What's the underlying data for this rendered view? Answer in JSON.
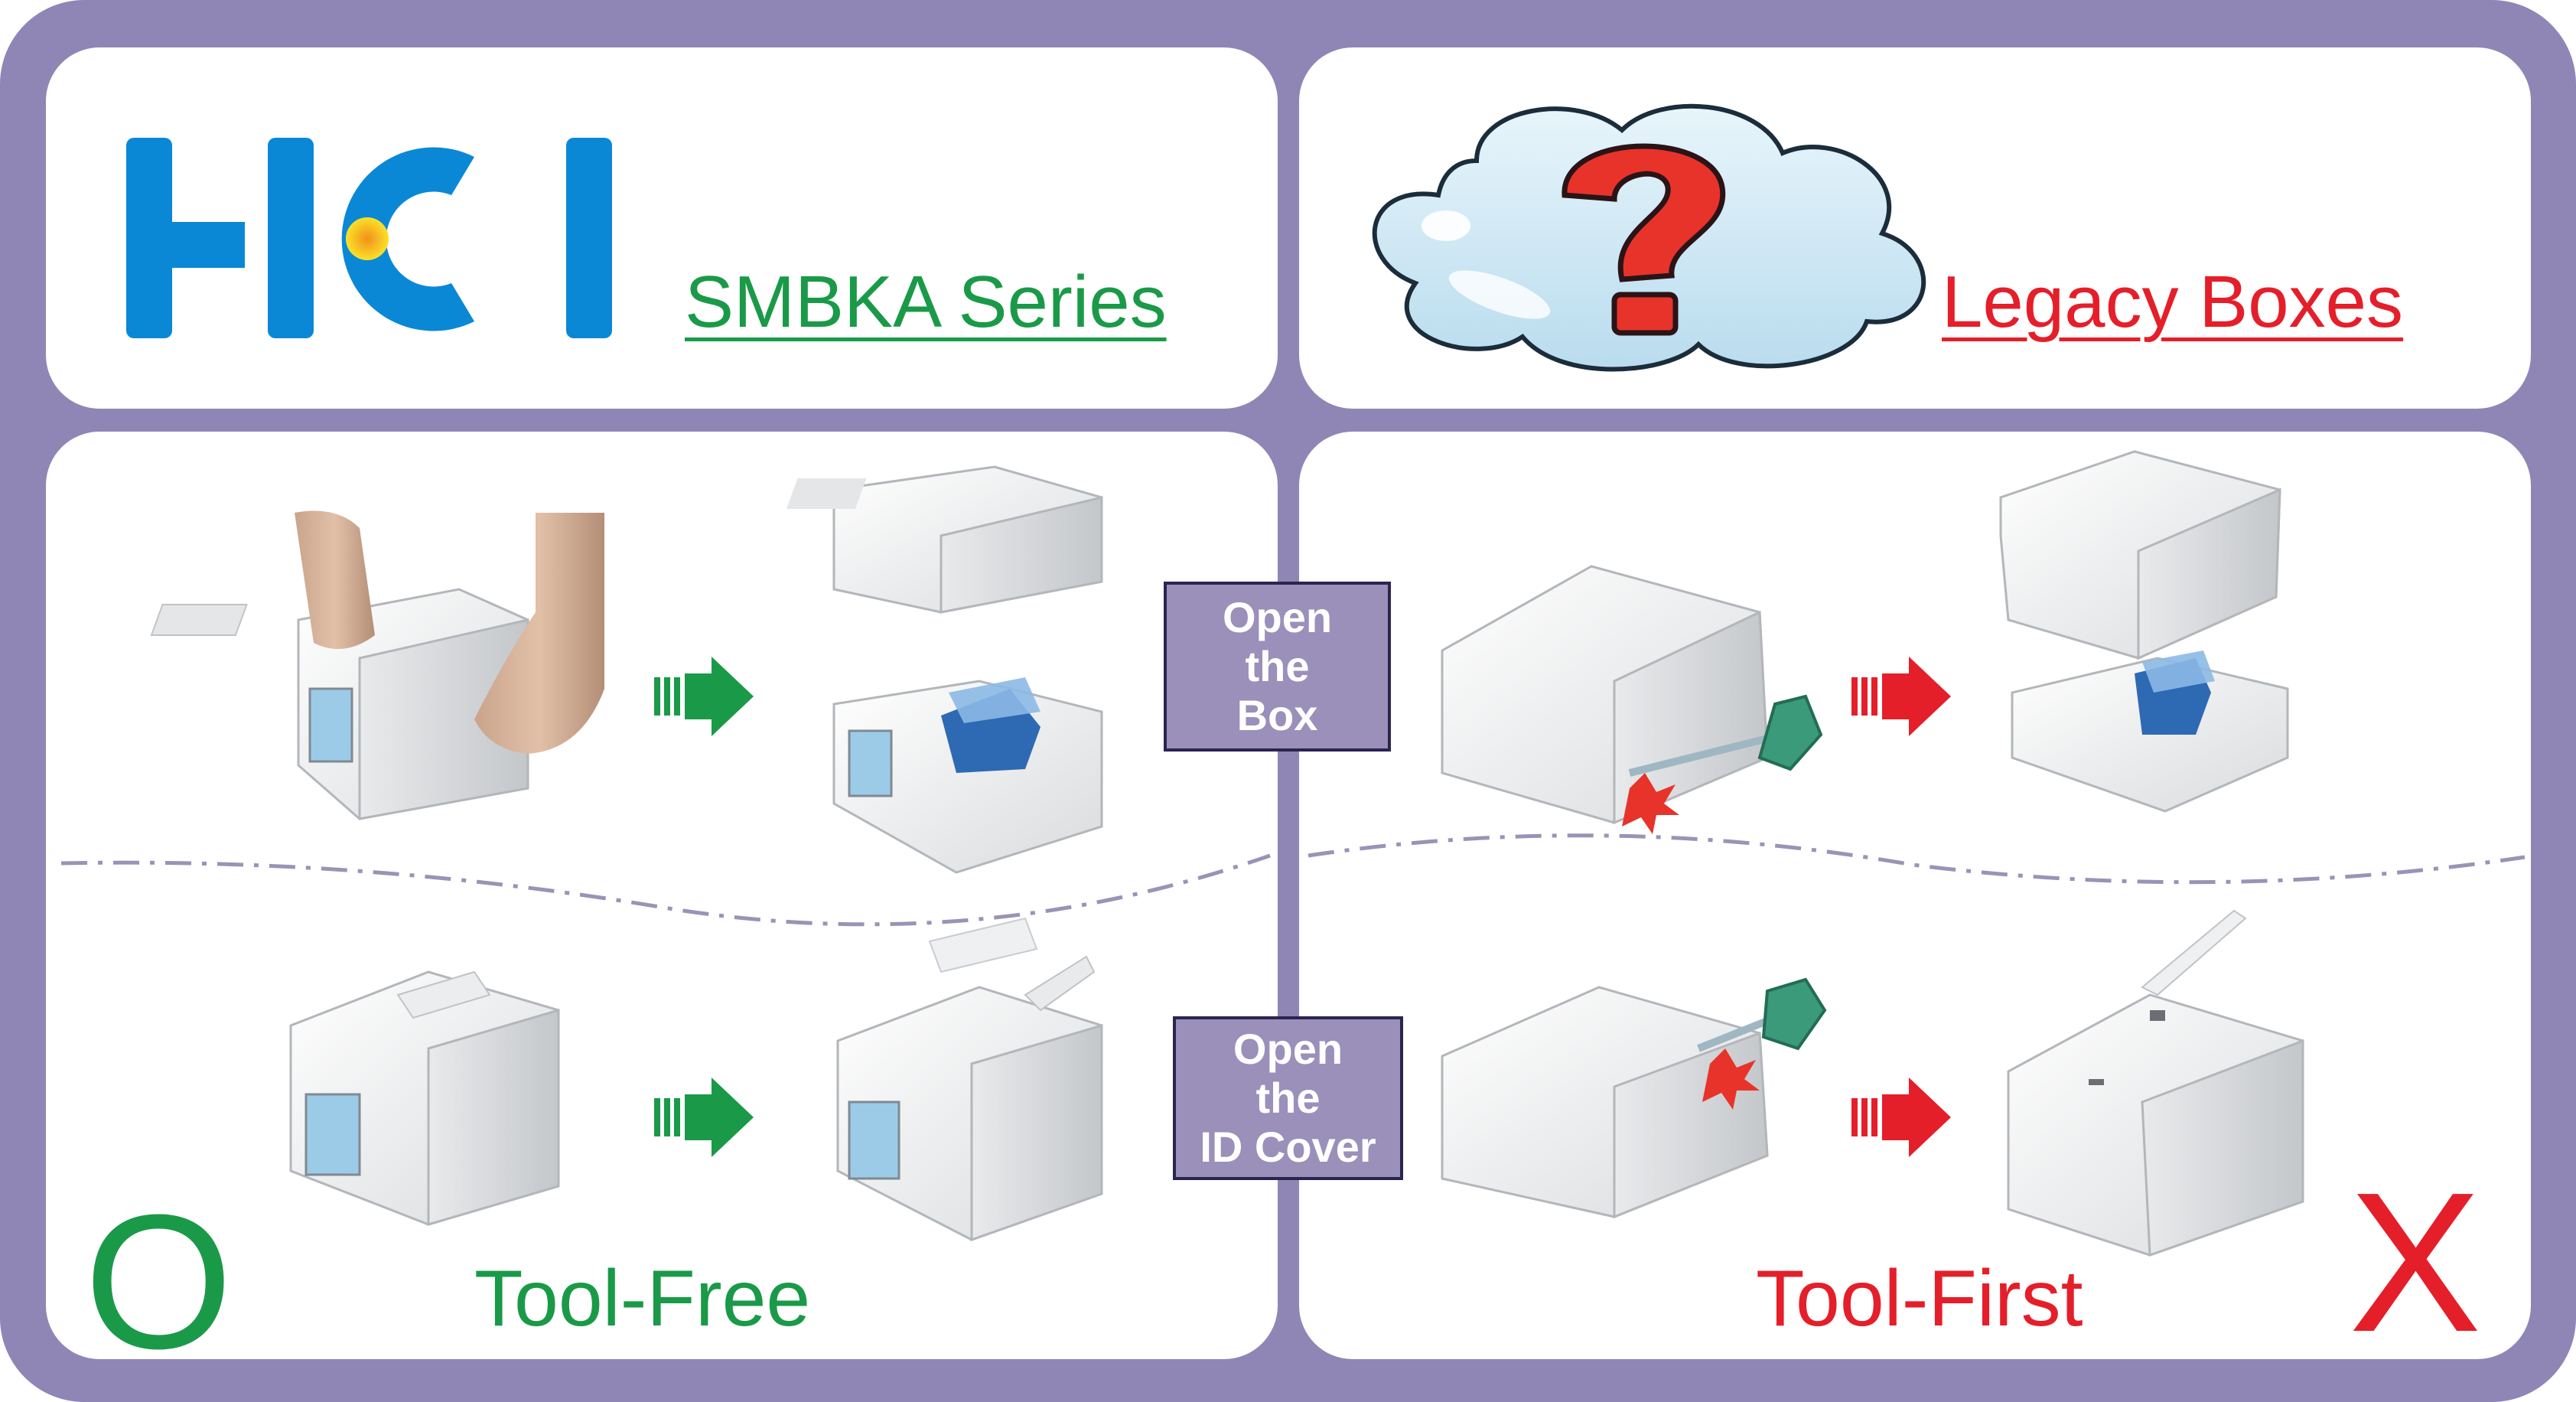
{
  "logo": {
    "text": "HCI",
    "colors": {
      "primary": "#0a88d6",
      "dot_center": "#f6a21a",
      "dot_edge": "#f9d31f"
    }
  },
  "header": {
    "left_title": "SMBKA Series",
    "right_title": "Legacy Boxes",
    "right_icon": "question-cloud-icon"
  },
  "steps": {
    "open_box": [
      "Open",
      "the",
      "Box"
    ],
    "open_id_cover": [
      "Open",
      "the",
      "ID Cover"
    ]
  },
  "footer": {
    "left_label": "Tool-Free",
    "right_label": "Tool-First",
    "left_mark": "O",
    "right_mark": "X"
  },
  "colors": {
    "frame": "#8f86b6",
    "good": "#1a9a48",
    "bad": "#e41f2a",
    "label_bg": "#9a90ba"
  }
}
